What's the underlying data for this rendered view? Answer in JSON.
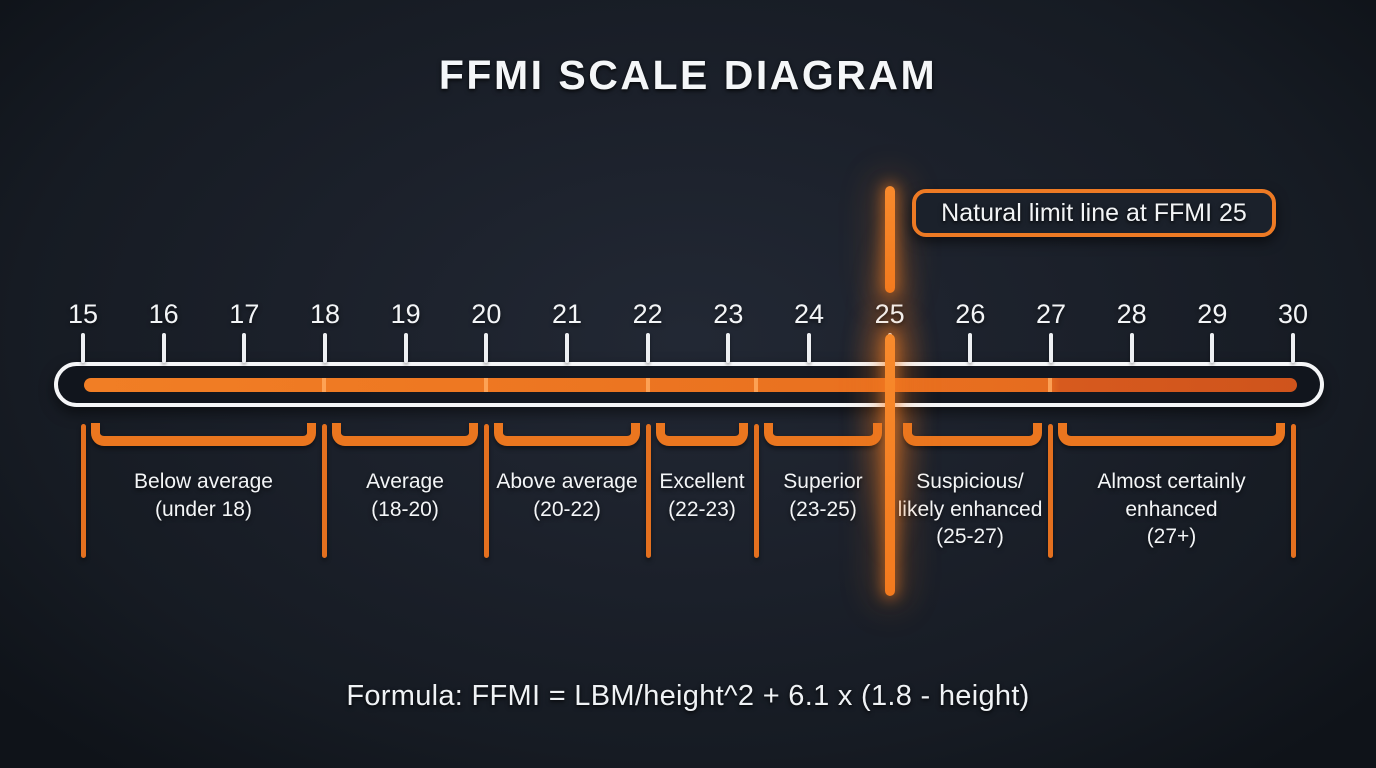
{
  "title": "FFMI SCALE DIAGRAM",
  "callout": {
    "label": "Natural limit line at FFMI 25"
  },
  "formula": "Formula: FFMI = LBM/height^2 + 6.1 x (1.8 - height)",
  "scale": {
    "min": 15,
    "max": 30,
    "tick_labels": [
      "15",
      "16",
      "17",
      "18",
      "19",
      "20",
      "21",
      "22",
      "23",
      "24",
      "25",
      "26",
      "27",
      "28",
      "29",
      "30"
    ]
  },
  "regions": [
    {
      "name": "below-average",
      "lines": [
        "Below average",
        "(under 18)"
      ]
    },
    {
      "name": "average",
      "lines": [
        "Average",
        "(18-20)"
      ]
    },
    {
      "name": "above-average",
      "lines": [
        "Above average",
        "(20-22)"
      ]
    },
    {
      "name": "excellent",
      "lines": [
        "Excellent",
        "(22-23)"
      ]
    },
    {
      "name": "superior",
      "lines": [
        "Superior",
        "(23-25)"
      ]
    },
    {
      "name": "suspicious",
      "lines": [
        "Suspicious/",
        "likely enhanced",
        "(25-27)"
      ]
    },
    {
      "name": "almost-certainly",
      "lines": [
        "Almost certainly",
        "enhanced",
        "(27+)"
      ]
    }
  ],
  "colors": {
    "background": "#1b202a",
    "accent_orange": "#ea761f",
    "limit_line_orange": "#f37a1e",
    "bar_gradient_start": "#f17e25",
    "bar_gradient_end": "#cf541c",
    "track_white": "#f5f6f8",
    "text_white": "#f3f5f7"
  }
}
